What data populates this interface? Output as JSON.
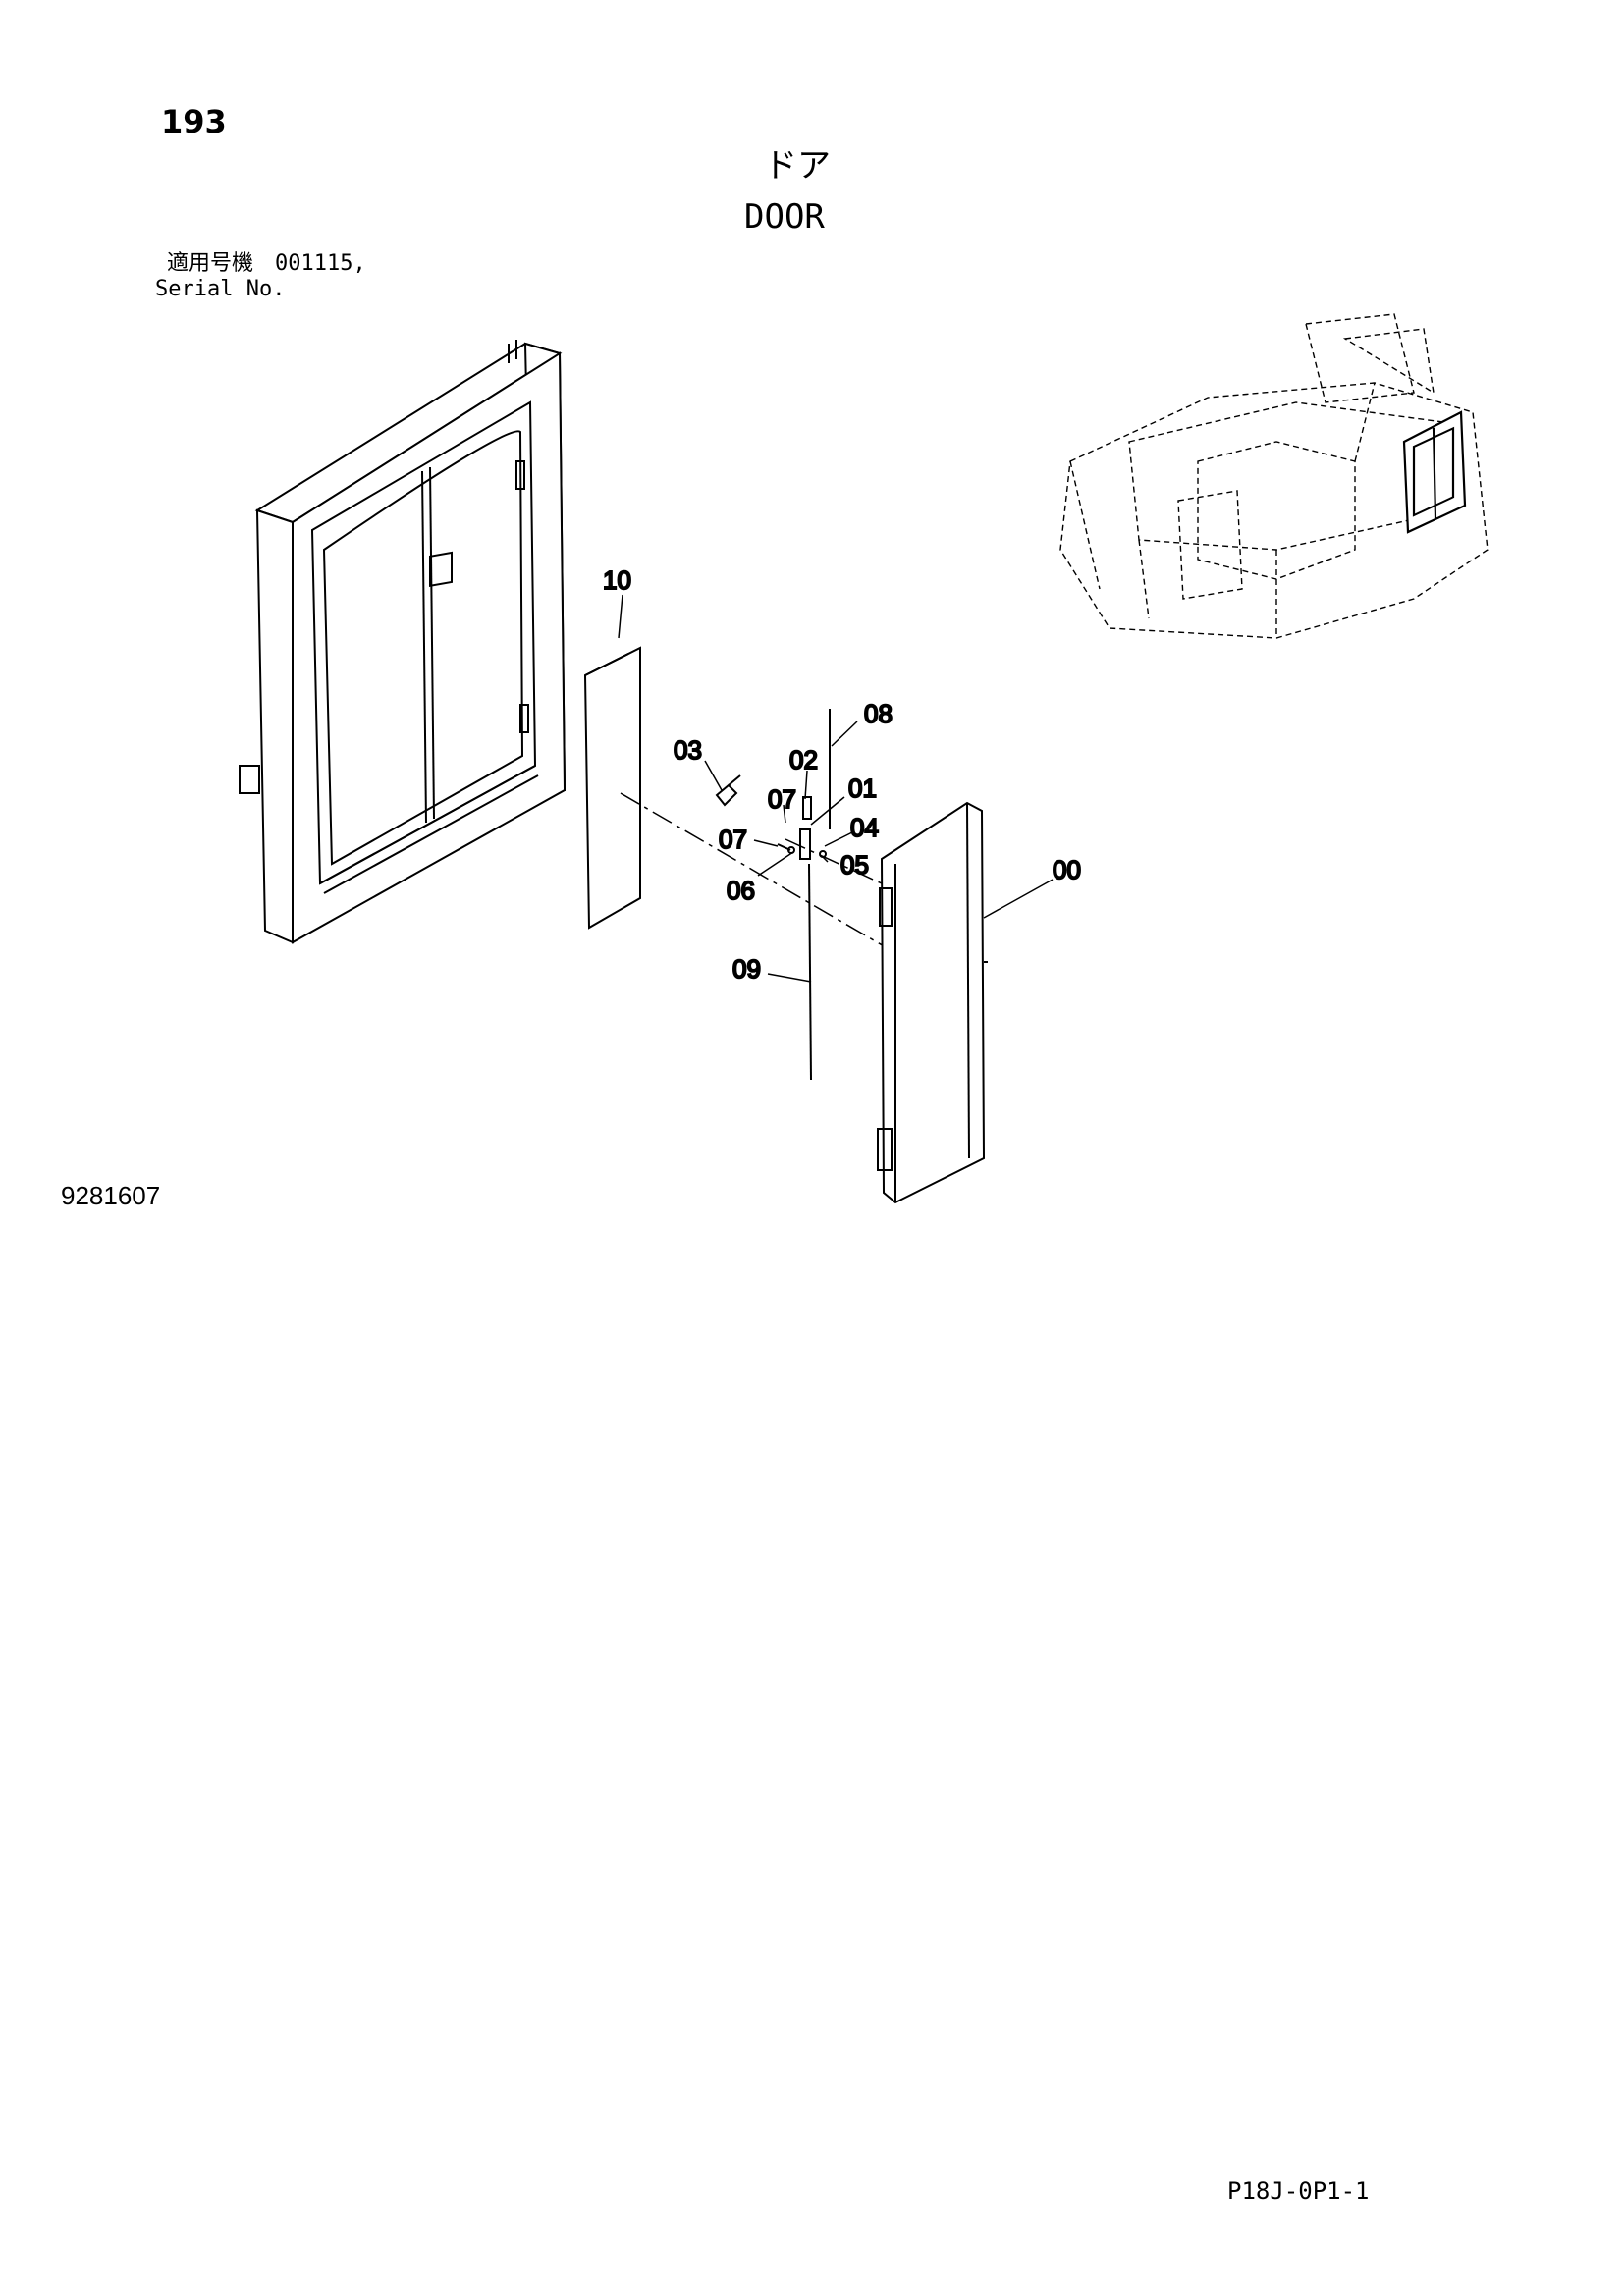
{
  "header": {
    "page_number": "193",
    "title_jp": "ドア",
    "title_en": "DOOR",
    "serial_label_jp": "適用号機　001115,",
    "serial_label_en": "Serial No."
  },
  "callouts": [
    "10",
    "08",
    "03",
    "02",
    "01",
    "07",
    "04",
    "07",
    "05",
    "06",
    "00",
    "09"
  ],
  "footer": {
    "drawing_number": "9281607",
    "page_code": "P18J-0P1-1"
  }
}
